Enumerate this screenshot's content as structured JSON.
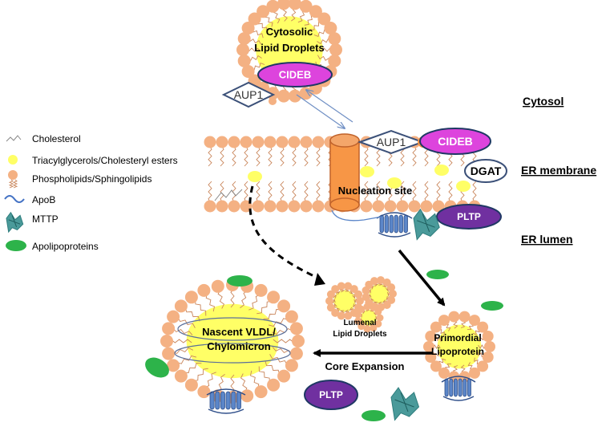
{
  "labels": {
    "cytosolic_ld": [
      "Cytosolic",
      "Lipid Droplets"
    ],
    "cideb": "CIDEB",
    "aup1": "AUP1",
    "cytosol": "Cytosol",
    "er_membrane": "ER membrane",
    "er_lumen": "ER lumen",
    "dgat": "DGAT",
    "nucleation_site": "Nucleation site",
    "pltp": "PLTP",
    "lumenal_ld": [
      "Lumenal",
      "Lipid Droplets"
    ],
    "primordial": [
      "Primordial",
      "Lipoprotein"
    ],
    "nascent": [
      "Nascent VLDL/",
      "Chylomicron"
    ],
    "core_expansion": "Core Expansion"
  },
  "legend": [
    {
      "icon": "cholesterol-icon",
      "label": "Cholesterol"
    },
    {
      "icon": "triacylglycerol-icon",
      "label": "Triacylglycerols/Cholesteryl esters"
    },
    {
      "icon": "phospholipid-icon",
      "label": "Phospholipids/Sphingolipids"
    },
    {
      "icon": "apob-icon",
      "label": "ApoB"
    },
    {
      "icon": "mttp-icon",
      "label": "MTTP"
    },
    {
      "icon": "apolipoprotein-icon",
      "label": "Apolipoproteins"
    }
  ],
  "colors": {
    "phospholipid": "#f4b183",
    "lipid_core": "#ffff66",
    "cideb": "#dd44dd",
    "pltp": "#7030a0",
    "apolipoprotein": "#2db34a",
    "nucleation": "#f79646",
    "apob": "#4472c4",
    "mttp": "#2e7d7d",
    "outline": "#1f3864"
  }
}
